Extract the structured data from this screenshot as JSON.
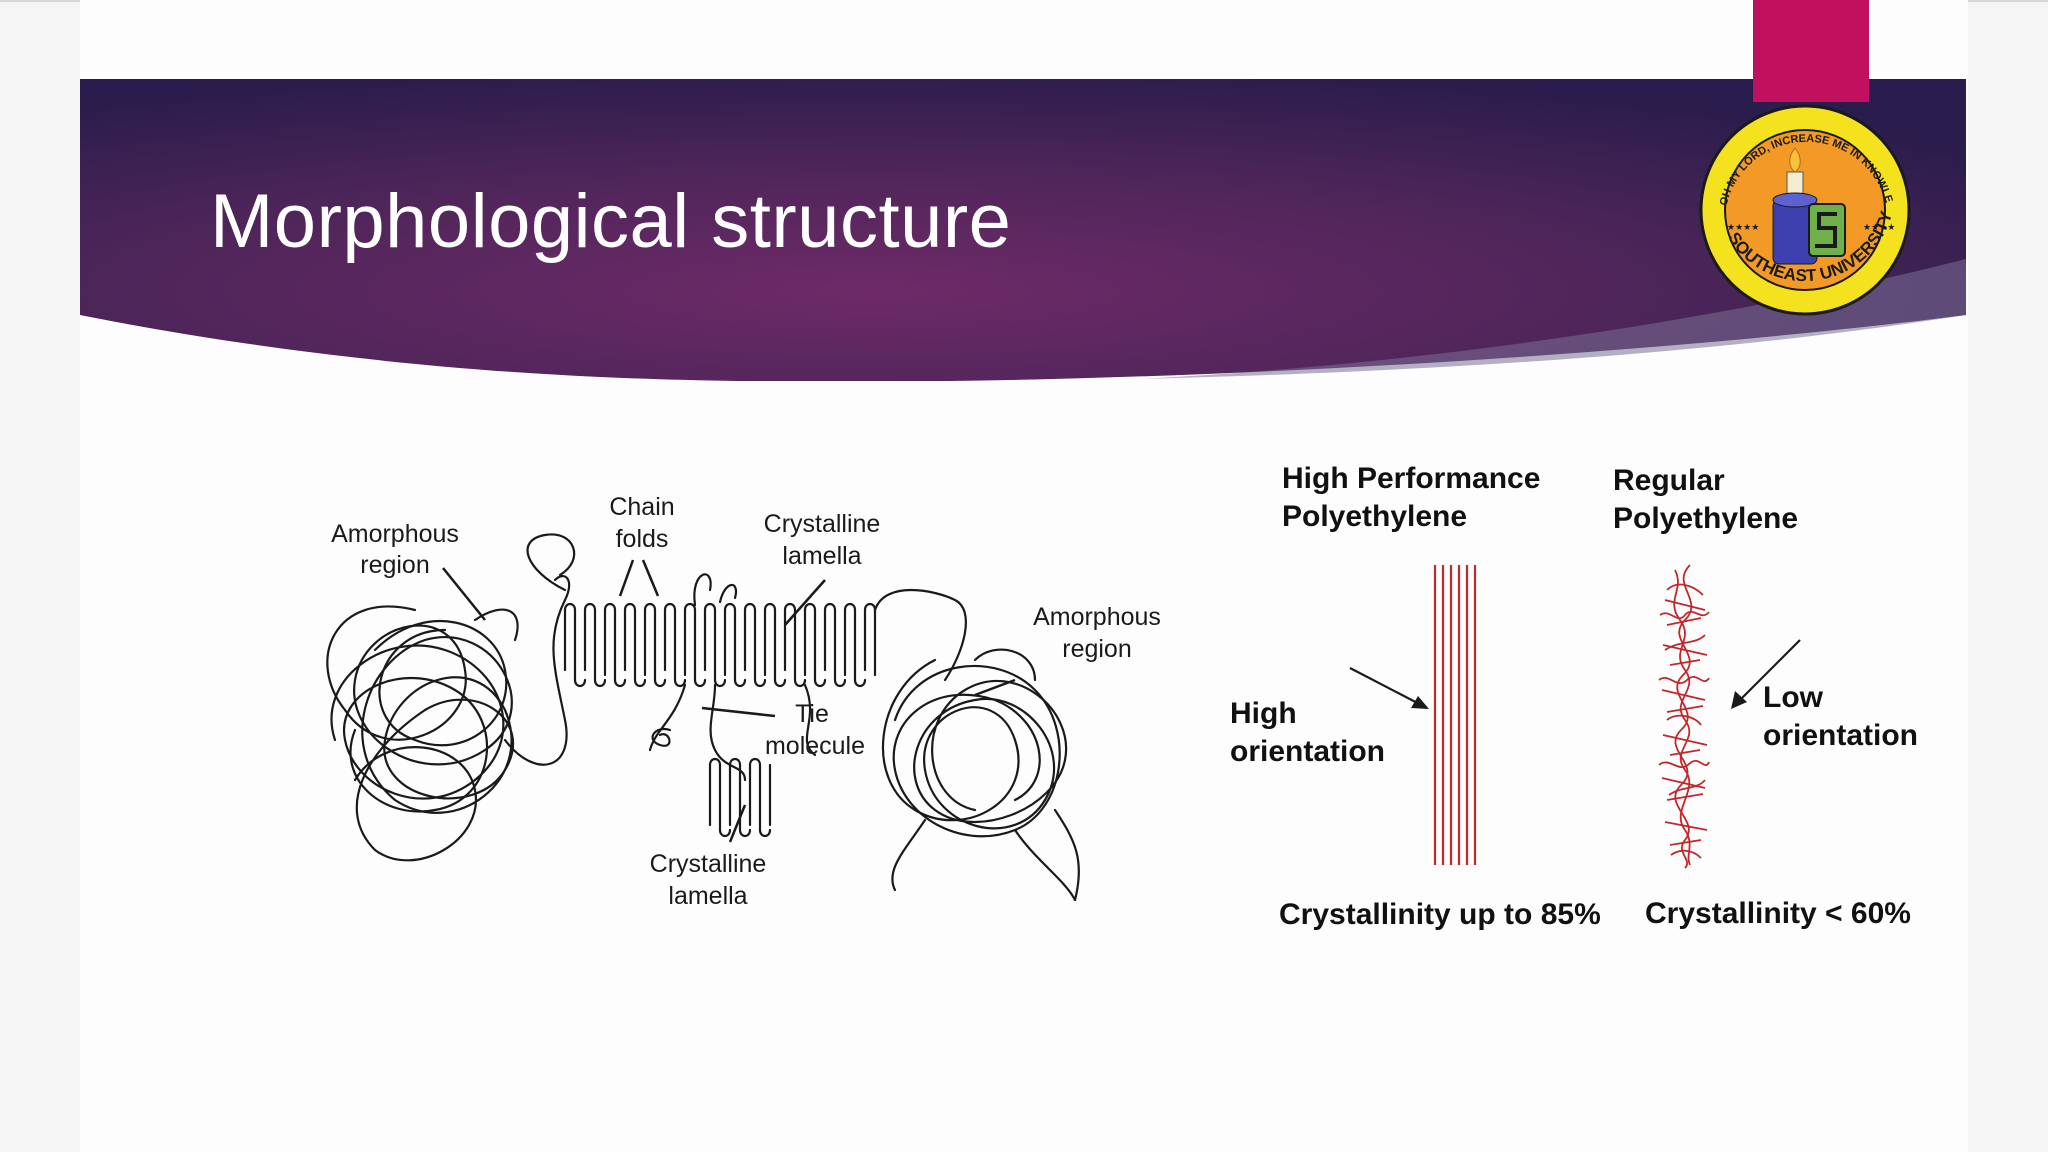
{
  "slide": {
    "title": "Morphological structure",
    "logo_text_top": "OH MY LORD, INCREASE ME IN KNOWLEDGE",
    "logo_text_bottom": "SOUTHEAST UNIVERSITY"
  },
  "left_diagram": {
    "amorphous_left": [
      "Amorphous",
      "region"
    ],
    "chain_folds": [
      "Chain",
      "folds"
    ],
    "crystalline_top": [
      "Crystalline",
      "lamella"
    ],
    "amorphous_right": [
      "Amorphous",
      "region"
    ],
    "tie_molecule": [
      "Tie",
      "molecule"
    ],
    "crystalline_bottom": [
      "Crystalline",
      "lamella"
    ]
  },
  "right_diagram": {
    "hp_title": [
      "High Performance",
      "Polyethylene"
    ],
    "reg_title": [
      "Regular",
      "Polyethylene"
    ],
    "high_orientation": [
      "High",
      "orientation"
    ],
    "low_orientation": [
      "Low",
      "orientation"
    ],
    "hp_crystallinity": "Crystallinity up to 85%",
    "reg_crystallinity": "Crystallinity < 60%"
  },
  "colors": {
    "header_dark": "#2b1b4d",
    "header_mid": "#6a2a66",
    "accent_tab": "#c0105e",
    "fiber_red": "#c0282d"
  }
}
